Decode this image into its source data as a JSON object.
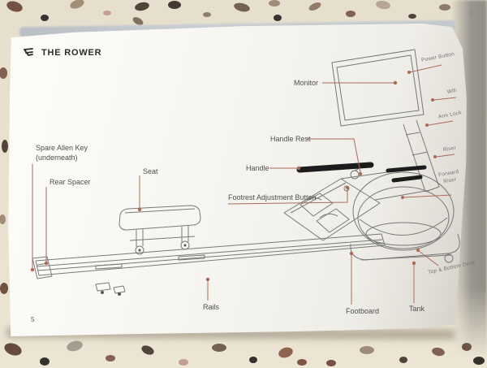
{
  "page": {
    "header": {
      "title": "THE ROWER",
      "brand_icon": "brand-logo-icon"
    },
    "page_number": "5",
    "labels": {
      "monitor": "Monitor",
      "power_button": "Power Button",
      "wifi": "Wifi",
      "arm_lock": "Arm Lock",
      "riser": "Riser",
      "forward_riser_line1": "Forward",
      "forward_riser_line2": "Riser",
      "handle_rest": "Handle Rest",
      "handle": "Handle",
      "spare_allen_key_line1": "Spare Allen Key",
      "spare_allen_key_line2": "(underneath)",
      "rear_spacer": "Rear Spacer",
      "seat": "Seat",
      "footrest_adjustment_button": "Footrest Adjustment Button",
      "rails": "Rails",
      "footboard": "Footboard",
      "tank": "Tank",
      "top_bottom_deck": "Top & Bottom Deck"
    },
    "colors": {
      "leader_line": "#ad6a5b",
      "drawing_line": "#6f6f6f",
      "label_text": "#4f4f4f",
      "paper": "#f5f3ee",
      "countertop": "#eae2d0",
      "handle_black": "#1c1c1c"
    }
  }
}
